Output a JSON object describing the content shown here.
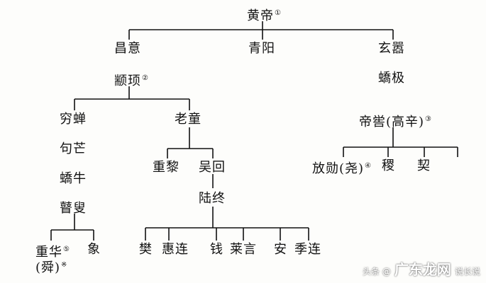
{
  "nodes": {
    "huangdi": {
      "label": "黄帝",
      "note": "①"
    },
    "changyi": {
      "label": "昌意"
    },
    "qingyang": {
      "label": "青阳"
    },
    "xuanxiao": {
      "label": "玄嚣"
    },
    "zhuanxu": {
      "label": "颛顼",
      "note": "②"
    },
    "jiaoji": {
      "label": "蟜极"
    },
    "diku": {
      "label": "帝喾(高辛)",
      "note": "③"
    },
    "qiongchan": {
      "label": "穷蝉"
    },
    "laotong": {
      "label": "老童"
    },
    "fangxun": {
      "label": "放勋(尧)",
      "note": "④"
    },
    "ji": {
      "label": "稷"
    },
    "xie": {
      "label": "契"
    },
    "jumang": {
      "label": "句芒"
    },
    "chongli": {
      "label": "重黎"
    },
    "wuhui": {
      "label": "吴回"
    },
    "qiaoniu": {
      "label": "蟜牛"
    },
    "luzhong": {
      "label": "陆终"
    },
    "gusou": {
      "label": "瞽叟"
    },
    "chonghua": {
      "label": "重华",
      "note": "⑤"
    },
    "shun": {
      "label": "(舜)",
      "note": "※"
    },
    "xiang": {
      "label": "象"
    },
    "fan": {
      "label": "樊"
    },
    "huilian": {
      "label": "惠连"
    },
    "jian": {
      "label": "钱"
    },
    "laiyan": {
      "label": "莱言"
    },
    "an": {
      "label": "安"
    },
    "jilian": {
      "label": "季连"
    }
  },
  "watermark": {
    "prefix": "头条 @",
    "main": "广东龙网",
    "suffix": "说长说"
  }
}
